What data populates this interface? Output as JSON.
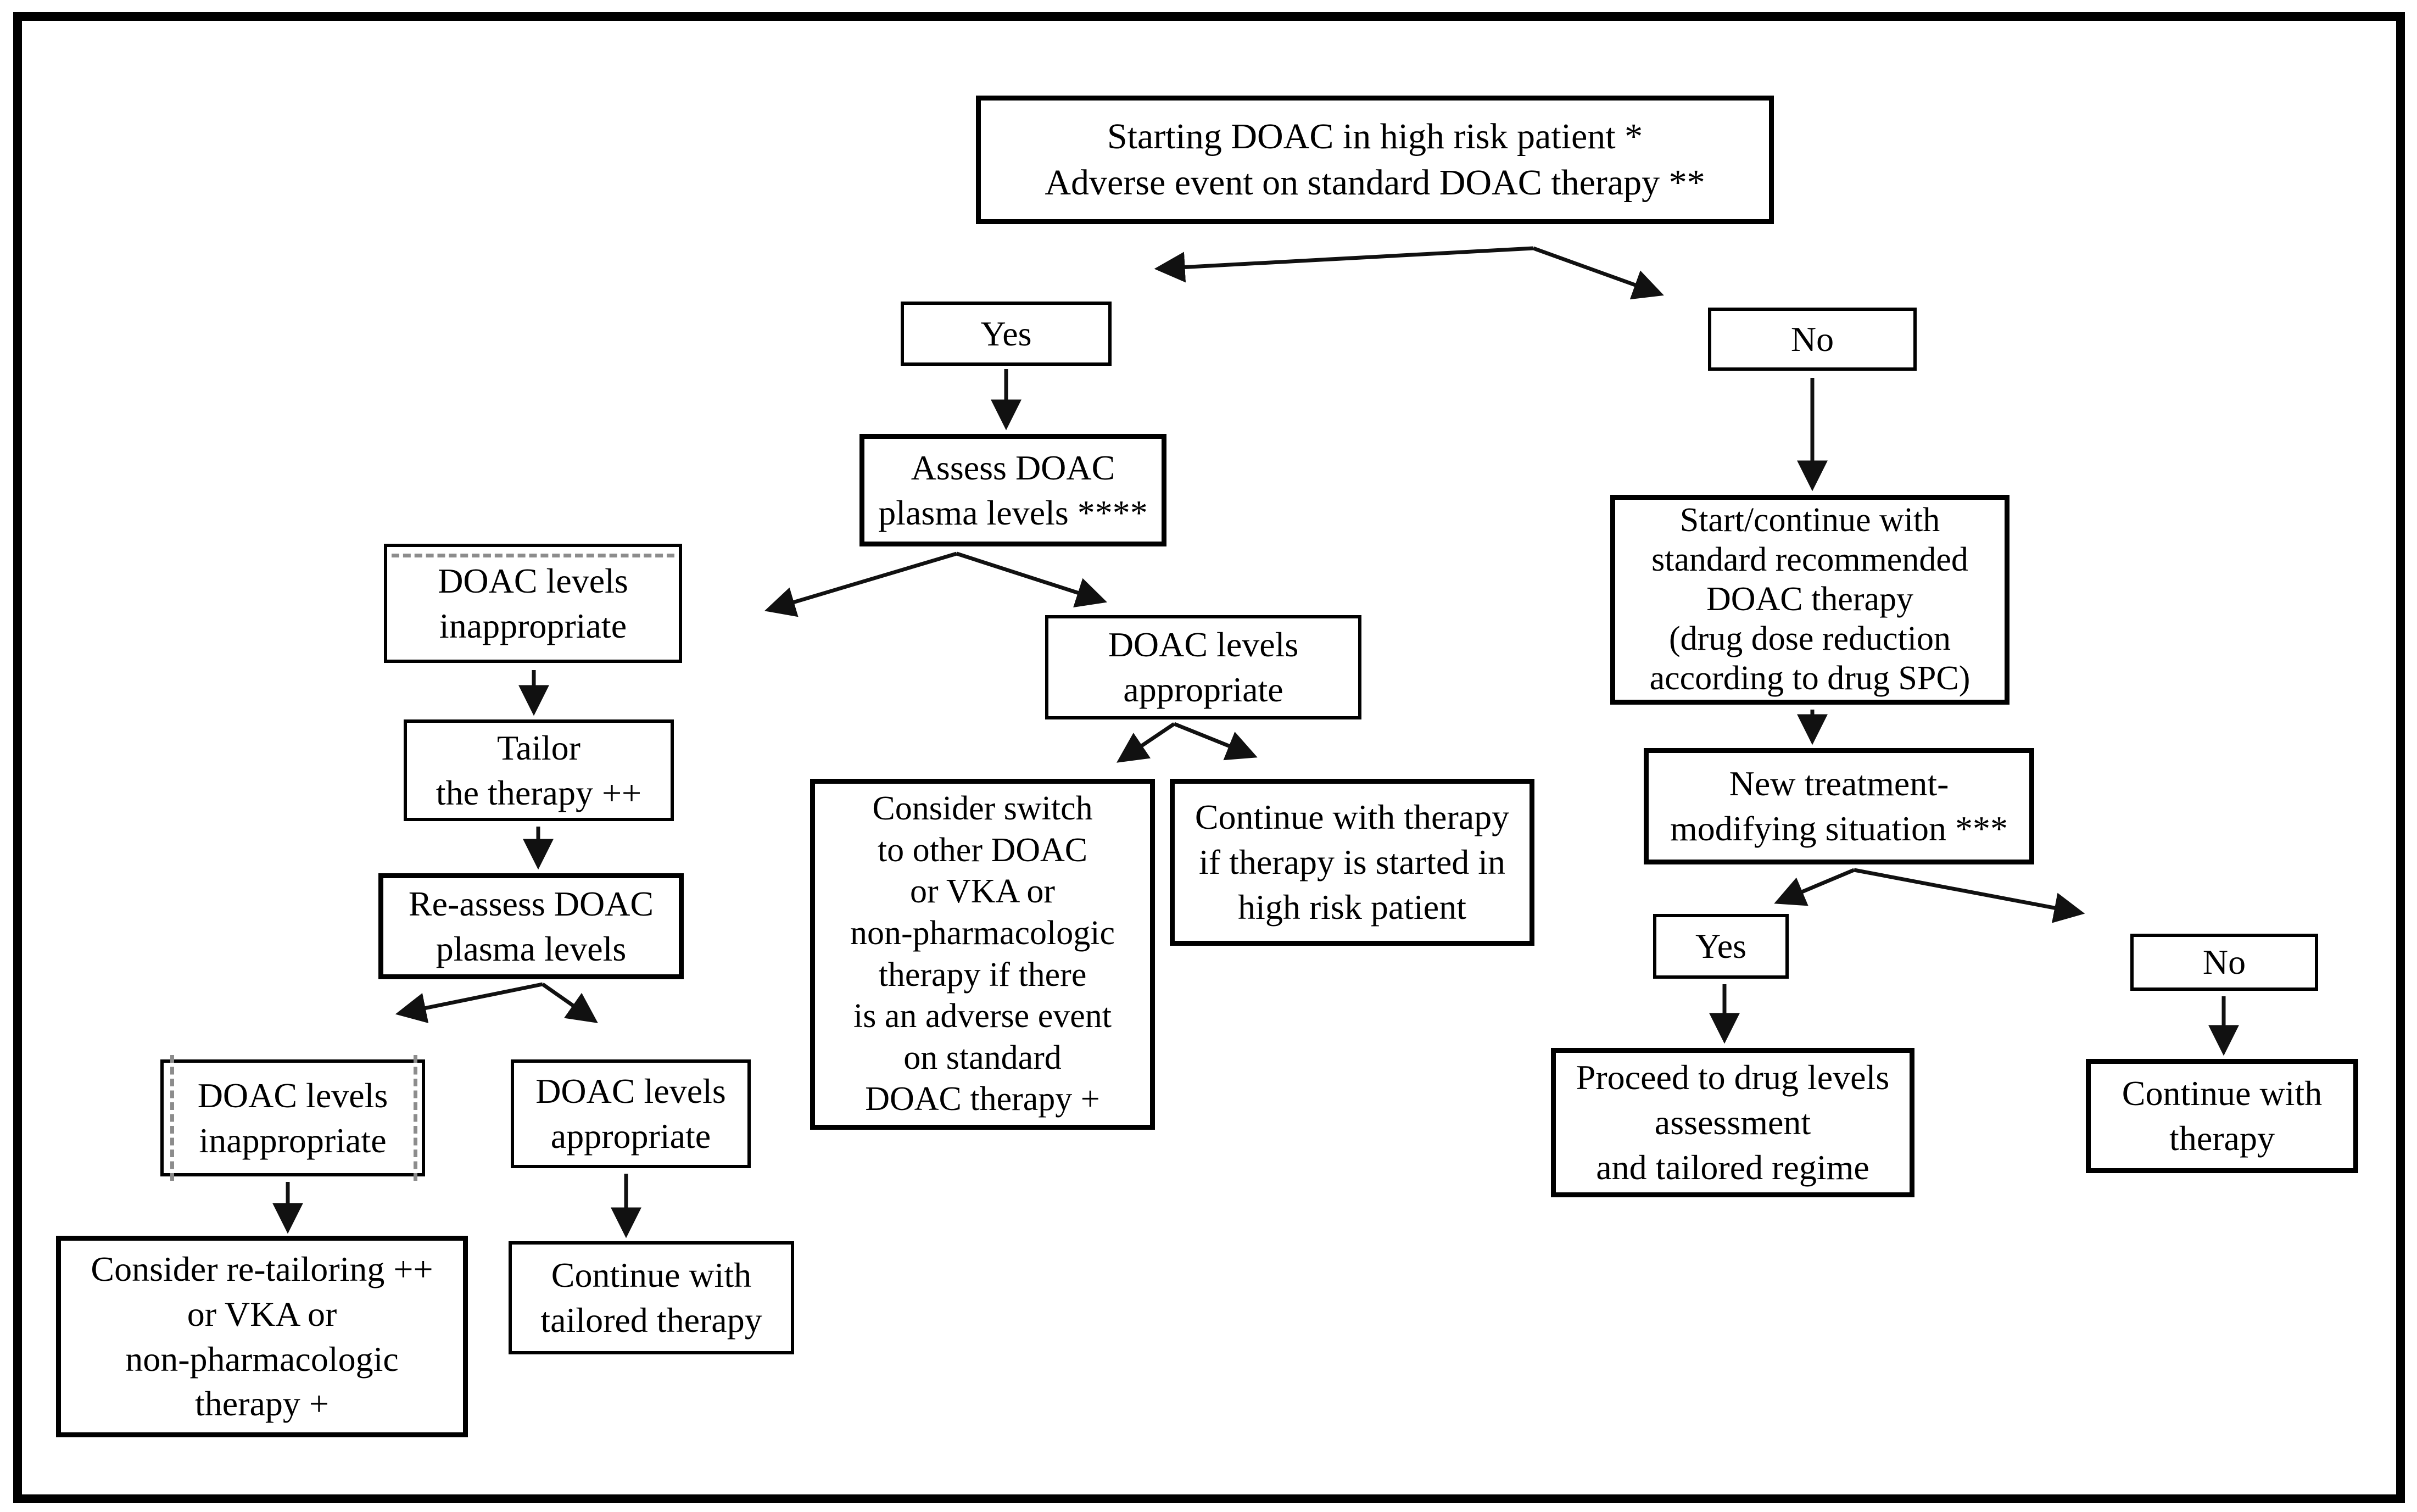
{
  "meta": {
    "description": "Flowchart: decision algorithm for DOAC plasma level assessment and tailored anticoagulant therapy"
  },
  "colors": {
    "background": "#ffffff",
    "box_border": "#000000",
    "text": "#000000",
    "arrow": "#111111",
    "dashed_line": "#8c8c8c"
  },
  "nodes": {
    "root": "Starting DOAC in high risk patient *\nAdverse event on standard DOAC therapy **",
    "yes_main": "Yes",
    "no_main": "No",
    "assess": "Assess DOAC\nplasma levels ****",
    "inappropriate_1": "DOAC levels\ninappropriate",
    "appropriate_mid": "DOAC levels\nappropriate",
    "standard_therapy": "Start/continue with\nstandard recommended\nDOAC therapy\n(drug dose reduction\naccording to drug SPC)",
    "tailor": "Tailor\nthe therapy ++",
    "reassess": "Re-assess DOAC\nplasma levels",
    "new_situation": "New treatment-\nmodifying situation ***",
    "consider_switch": "Consider switch\nto other DOAC\nor VKA or\nnon-pharmacologic\ntherapy if there\nis an adverse event\non standard\nDOAC therapy +",
    "continue_high_risk": "Continue with therapy\nif therapy is started in\nhigh risk patient",
    "yes_modify": "Yes",
    "no_modify": "No",
    "inappropriate_2": "DOAC levels\ninappropriate",
    "appropriate_low": "DOAC levels\nappropriate",
    "proceed": "Proceed to drug levels\nassessment\nand tailored regime",
    "continue_therapy": "Continue with\ntherapy",
    "consider_retailoring": "Consider re-tailoring ++\nor VKA or\nnon-pharmacologic\ntherapy +",
    "continue_tailored": "Continue with\ntailored therapy"
  }
}
